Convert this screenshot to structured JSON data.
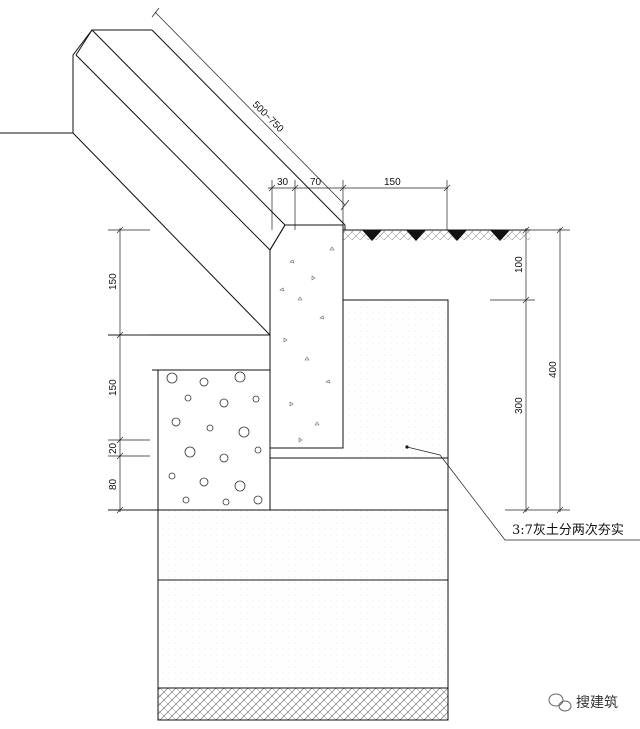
{
  "dimensions": {
    "slope_length": "500~750",
    "top_30": "30",
    "top_70": "70",
    "top_150": "150",
    "left_150_upper": "150",
    "left_150_lower": "150",
    "left_20": "20",
    "left_80": "80",
    "right_100": "100",
    "right_300": "300",
    "right_400": "400"
  },
  "annotation": {
    "fill_label": "3:7灰土分两次夯实"
  },
  "watermark": {
    "text": "搜建筑"
  },
  "colors": {
    "line": "#111111",
    "hatch": "#555555",
    "background": "#ffffff"
  }
}
